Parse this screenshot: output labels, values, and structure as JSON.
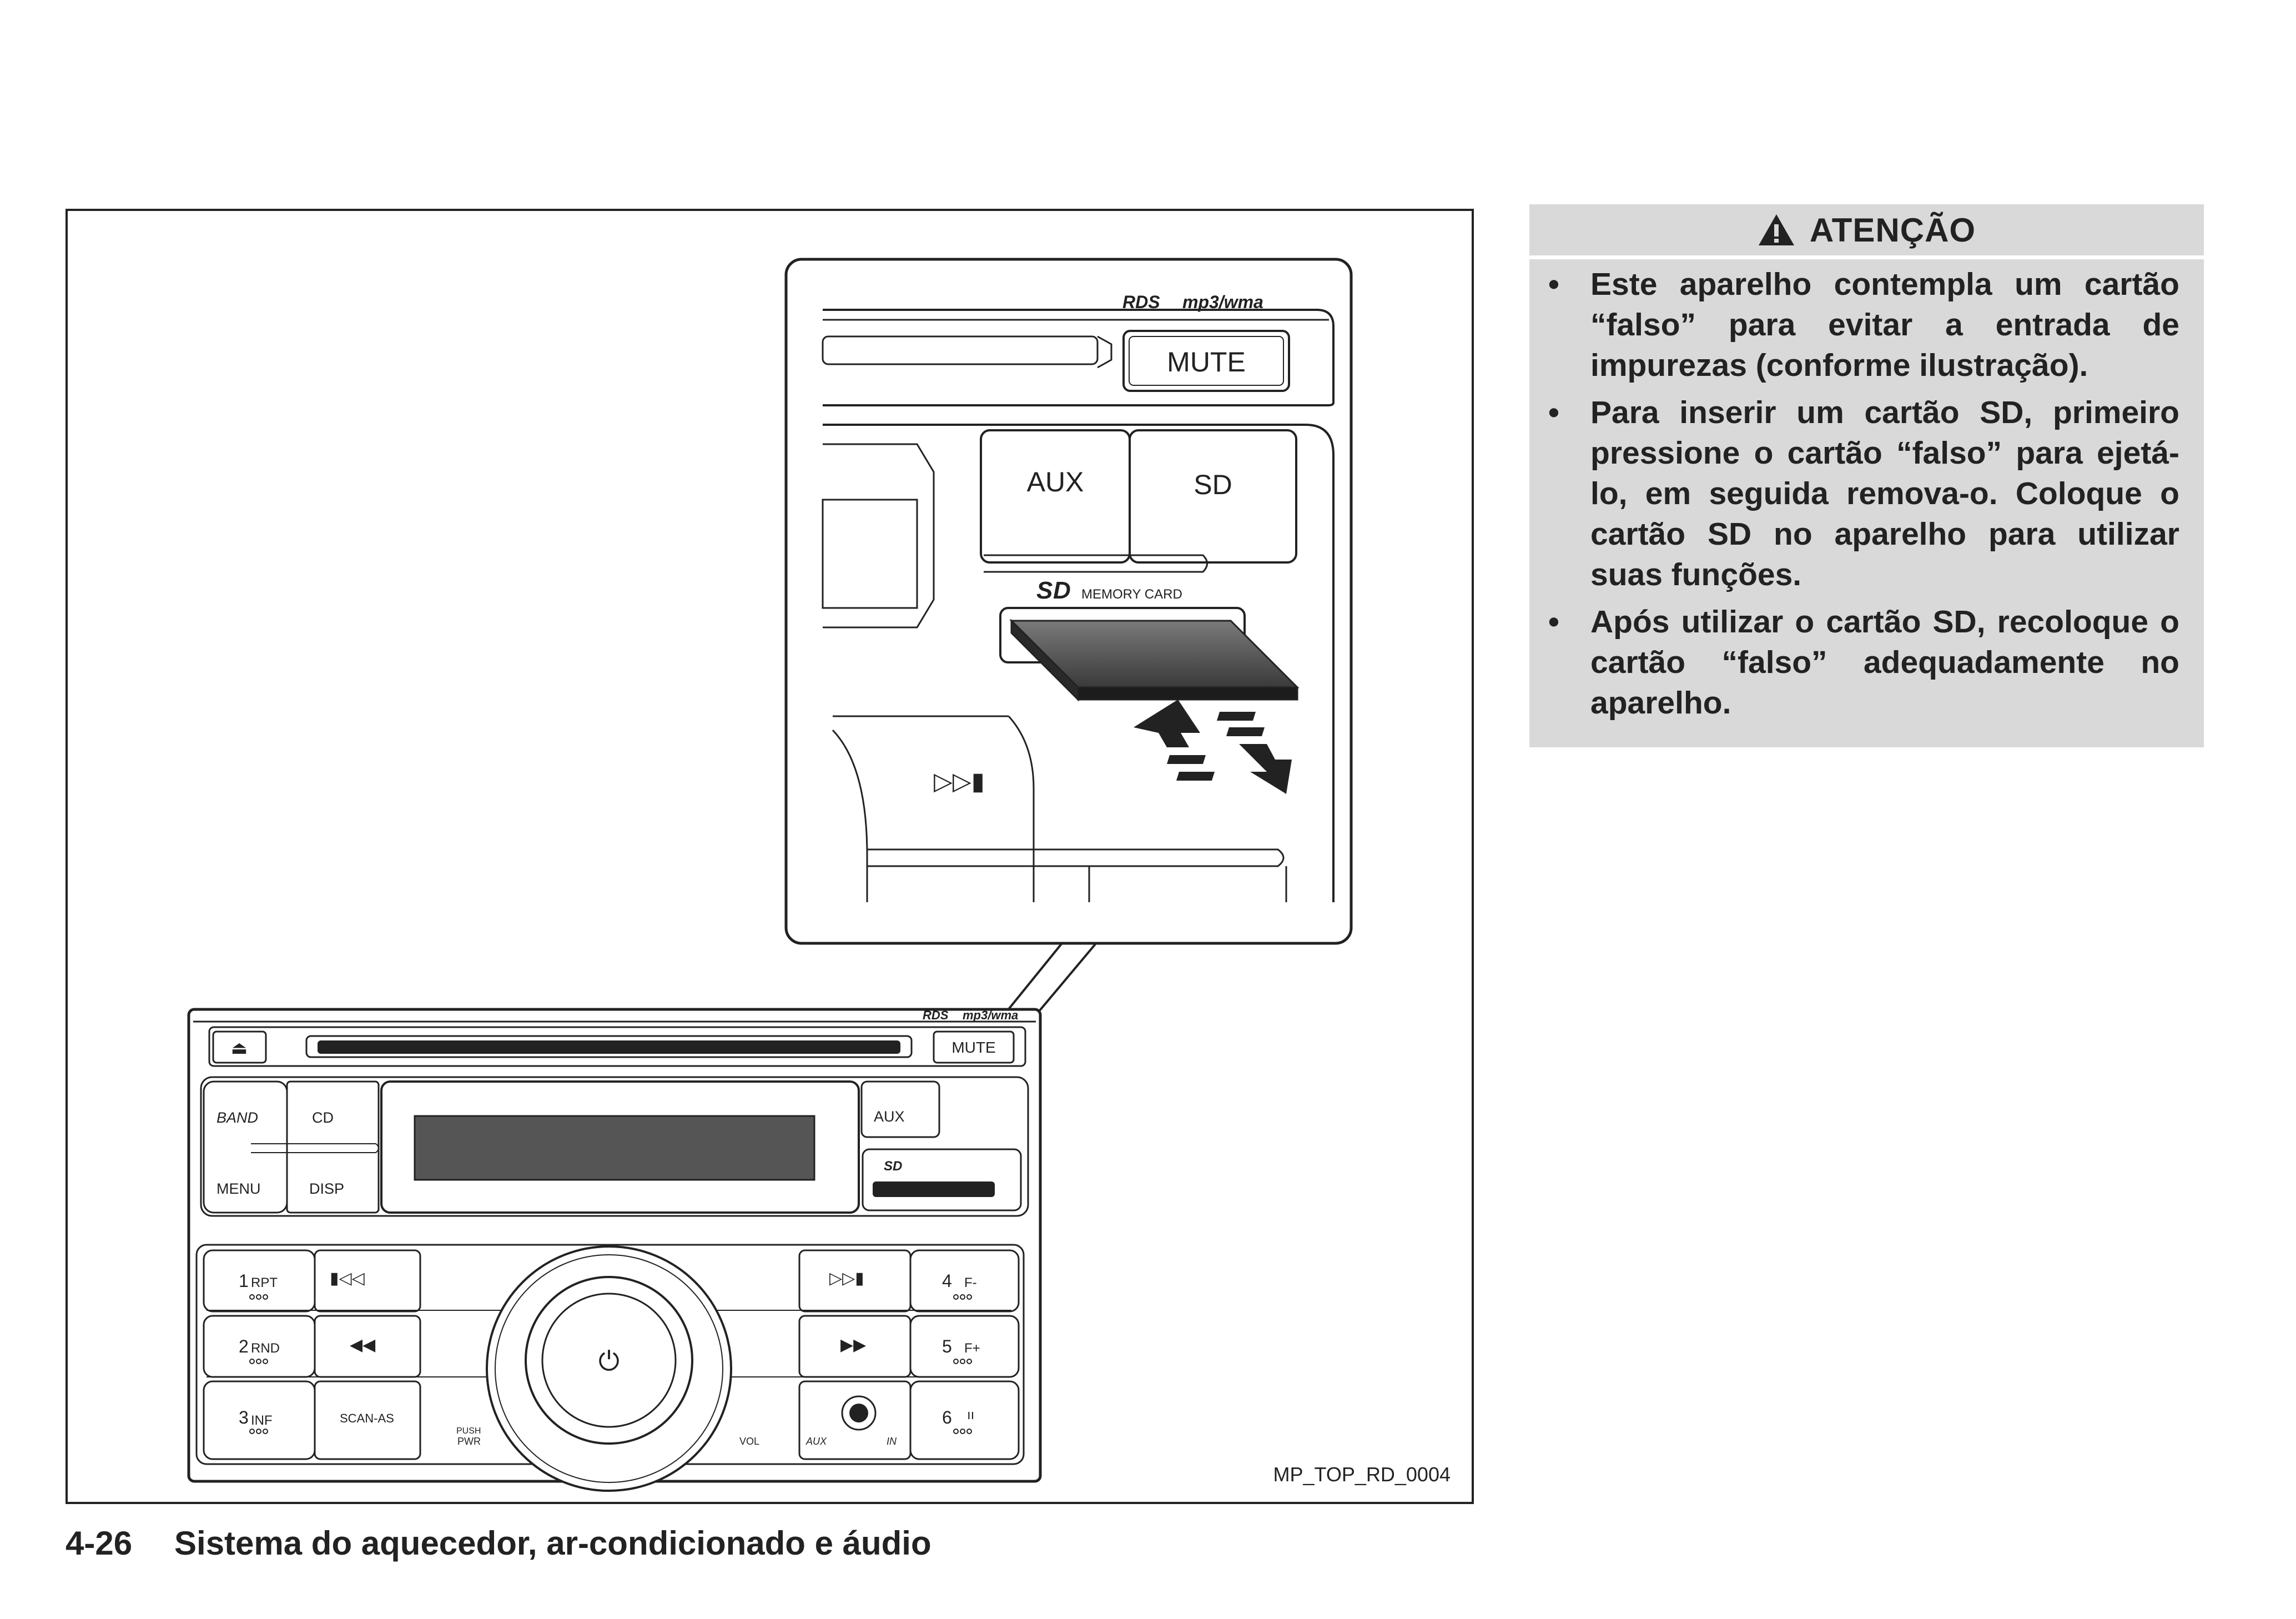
{
  "figure": {
    "code": "MP_TOP_RD_0004",
    "labels": {
      "rds": "RDS",
      "mp3wma": "mp3/wma",
      "mute": "MUTE",
      "aux": "AUX",
      "sd": "SD",
      "memory_card": "MEMORY CARD",
      "band": "BAND",
      "cd": "CD",
      "menu": "MENU",
      "disp": "DISP",
      "b1": "1",
      "rpt": "RPT",
      "b2": "2",
      "rnd": "RND",
      "b3": "3",
      "inf": "INF",
      "b4": "4",
      "f_minus": "F-",
      "b5": "5",
      "f_plus": "F+",
      "b6": "6",
      "scan_as": "SCAN-AS",
      "push": "PUSH",
      "pwr": "PWR",
      "vol": "VOL",
      "aux_small": "AUX",
      "in": "IN"
    }
  },
  "warning": {
    "title": "ATENÇÃO",
    "bullet": "•",
    "items": [
      "Este aparelho contempla um cartão “falso” para evitar a entrada de impurezas (conforme ilustração).",
      "Para inserir um cartão SD, primeiro pressione o cartão “falso” para ejetá-lo, em seguida remova-o. Coloque o cartão SD no aparelho para utilizar suas funções.",
      "Após utilizar o cartão SD, recoloque o cartão “falso” adequadamente no aparelho."
    ]
  },
  "footer": {
    "page_number": "4-26",
    "section": "Sistema do aquecedor, ar-condicionado e áudio"
  }
}
